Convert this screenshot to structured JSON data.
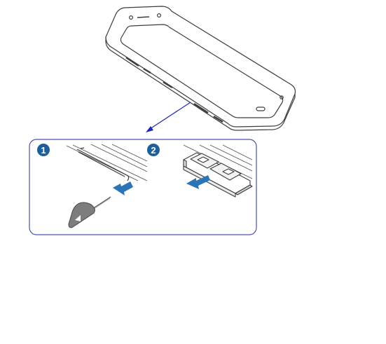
{
  "steps": [
    {
      "number": "1"
    },
    {
      "number": "2"
    }
  ],
  "colors": {
    "outline": "#3d3d3d",
    "panel_border": "#4a4fb0",
    "pointer_arrow": "#1f28b5",
    "badge_fill": "#1b5f9e",
    "action_arrow": "#2a74b8",
    "ejection_pin": "#7d7d7d"
  },
  "icons": {
    "phone": "smartphone-illustration",
    "pin": "sim-ejection-pin-icon",
    "tray": "sim-tray-icon",
    "insert_arrow": "insert-arrow-icon",
    "pull_arrow": "pull-out-arrow-icon"
  }
}
